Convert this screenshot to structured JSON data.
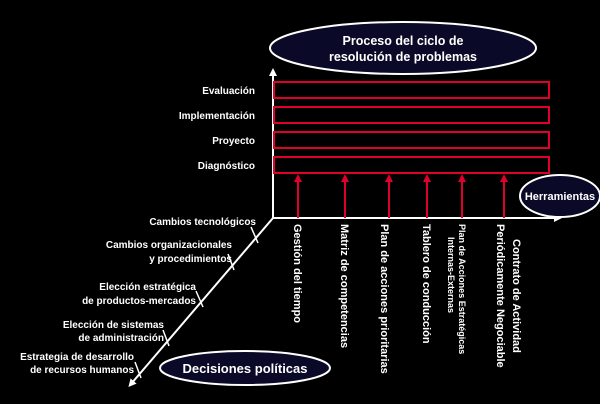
{
  "title_ellipse": {
    "line1": "Proceso del ciclo de",
    "line2": "resolución de problemas"
  },
  "stages": [
    "Evaluación",
    "Implementación",
    "Proyecto",
    "Diagnóstico"
  ],
  "tools_label": "Herramientas",
  "tools": [
    {
      "line1": "Gestión del tiempo"
    },
    {
      "line1": "Matriz de competencias"
    },
    {
      "line1": "Plan de acciones prioritarias"
    },
    {
      "line1": "Tablero de conducción"
    },
    {
      "line1": "Plan de Acciones Estratégicas",
      "line2": "Internas-Externas"
    },
    {
      "line1": "Periódicamente Negociable",
      "line2": "Contrato de Actividad"
    }
  ],
  "decisions_label": "Decisiones políticas",
  "decisions": [
    {
      "line1": "Cambios tecnológicos"
    },
    {
      "line1": "Cambios organizacionales",
      "line2": "y procedimientos"
    },
    {
      "line1": "Elección estratégica",
      "line2": "de productos-mercados"
    },
    {
      "line1": "Elección de sistemas",
      "line2": "de administración"
    },
    {
      "line1": "Estrategia de desarrollo",
      "line2": "de recursos humanos"
    }
  ],
  "colors": {
    "background": "#000000",
    "accent": "#e0002a",
    "ellipse_fill": "#0a0a28",
    "line": "#ffffff"
  }
}
